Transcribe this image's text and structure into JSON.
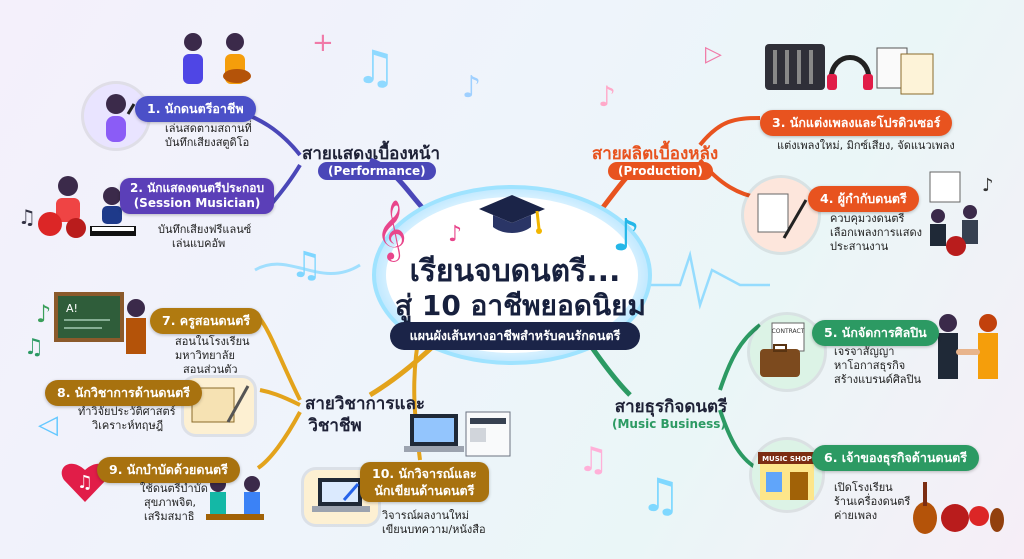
{
  "center": {
    "title_line1": "เรียนจบดนตรี...",
    "title_line2": "สู่ 10 อาชีพยอดนิยม",
    "subtitle": "แผนผังเส้นทางอาชีพสำหรับคนรักดนตรี"
  },
  "branches": {
    "performance": {
      "label": "สายแสดงเบื้องหน้า",
      "sub": "(Performance)",
      "color": "#4a47b8"
    },
    "production": {
      "label": "สายผลิตเบื้องหลัง",
      "sub": "(Production)",
      "color": "#e8531f"
    },
    "academic": {
      "label_line1": "สายวิชาการและ",
      "label_line2": "วิชาชีพ",
      "color": "#e3a31b"
    },
    "business": {
      "label": "สายธุรกิจดนตรี",
      "sub": "(Music Business)",
      "color": "#2c9a63"
    }
  },
  "careers": [
    {
      "title": "1. นักดนตรีอาชีพ",
      "desc": [
        "เล่นสดตามสถานที่",
        "บันทึกเสียงสตูดิโอ"
      ],
      "color": "#4b50c8"
    },
    {
      "title_line1": "2. นักแสดงดนตรีประกอบ",
      "title_line2": "(Session Musician)",
      "desc": [
        "บันทึกเสียงฟรีแลนซ์",
        "เล่นแบคอัพ"
      ],
      "color": "#5b3fb8"
    },
    {
      "title": "3. นักแต่งเพลงและโปรดิวเซอร์",
      "desc": [
        "แต่งเพลงใหม่, มิกซ์เสียง, จัดแนวเพลง"
      ],
      "color": "#e8531f"
    },
    {
      "title": "4. ผู้กำกับดนตรี",
      "desc": [
        "ควบคุมวงดนตรี",
        "เลือกเพลงการแสดง",
        "ประสานงาน"
      ],
      "color": "#e8531f"
    },
    {
      "title": "5. นักจัดการศิลปิน",
      "desc": [
        "เจรจาสัญญา",
        "หาโอกาสธุรกิจ",
        "สร้างแบรนด์ศิลปิน"
      ],
      "color": "#2c9a63"
    },
    {
      "title": "6. เจ้าของธุรกิจด้านดนตรี",
      "desc": [
        "เปิดโรงเรียน",
        "ร้านเครื่องดนตรี",
        "ค่ายเพลง"
      ],
      "color": "#2c9a63"
    },
    {
      "title": "7. ครูสอนดนตรี",
      "desc": [
        "สอนในโรงเรียน",
        "มหาวิทยาลัย",
        "สอนส่วนตัว"
      ],
      "color": "#b07a10"
    },
    {
      "title": "8. นักวิชาการด้านดนตรี",
      "desc": [
        "ทำวิจัยประวัติศาสตร์",
        "วิเคราะห์ทฤษฎี"
      ],
      "color": "#a8720f"
    },
    {
      "title": "9. นักบำบัดด้วยดนตรี",
      "desc": [
        "ใช้ดนตรีบำบัด",
        "สุขภาพจิต,",
        "เสริมสมาธิ"
      ],
      "color": "#a8720f"
    },
    {
      "title_line1": "10. นักวิจารณ์และ",
      "title_line2": "นักเขียนด้านดนตรี",
      "desc": [
        "วิจารณ์ผลงานใหม่",
        "เขียนบทความ/หนังสือ"
      ],
      "color": "#a8720f"
    }
  ],
  "scene_labels": {
    "contract": "CONTRACT",
    "music_shop": "MUSIC SHOP",
    "chalkboard": "A!"
  }
}
